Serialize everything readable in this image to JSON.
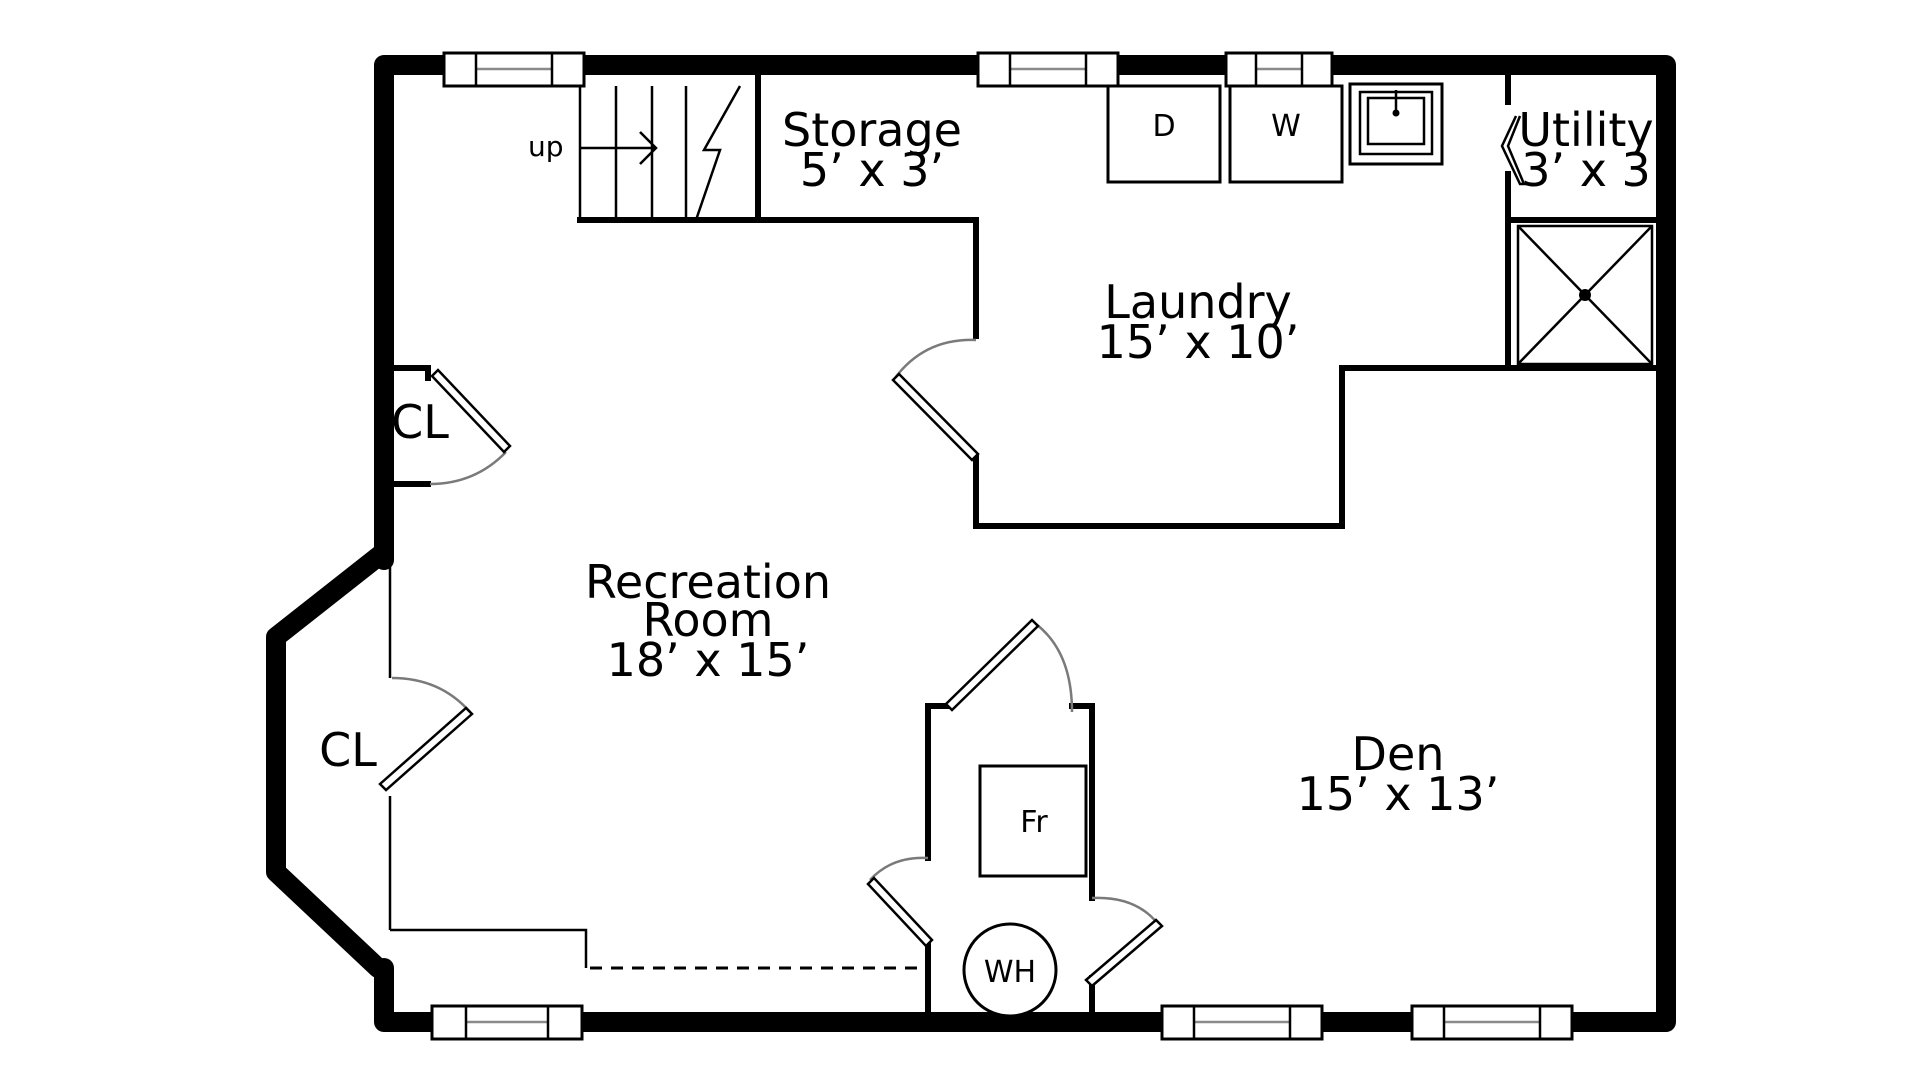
{
  "rooms": {
    "storage": {
      "name": "Storage",
      "size": "5’ x 3’"
    },
    "utility": {
      "name": "Utility",
      "size": "3’ x 3"
    },
    "laundry": {
      "name": "Laundry",
      "size": "15’ x 10’"
    },
    "recreation": {
      "name_line1": "Recreation",
      "name_line2": "Room",
      "size": "18’ x 15’"
    },
    "den": {
      "name": "Den",
      "size": "15’ x 13’"
    },
    "closet_upper": {
      "name": "CL"
    },
    "closet_lower": {
      "name": "CL"
    }
  },
  "fixtures": {
    "dryer": "D",
    "washer": "W",
    "furnace": "Fr",
    "water_heater": "WH"
  },
  "stairs": {
    "direction_label": "up"
  }
}
